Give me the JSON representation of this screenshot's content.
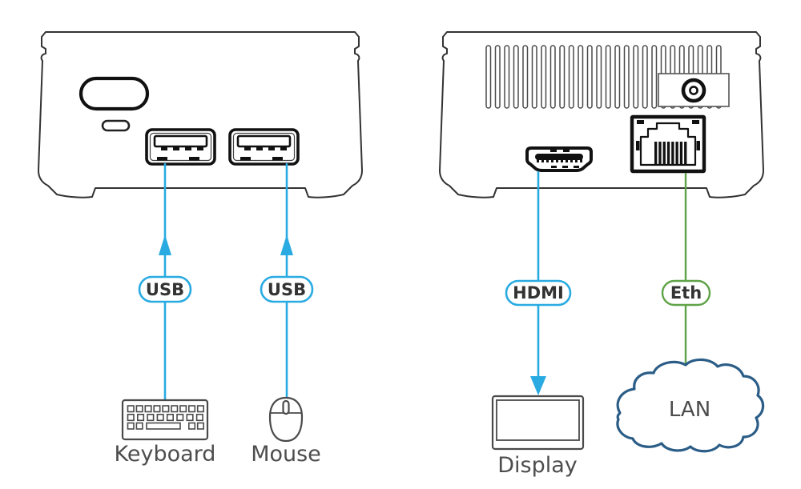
{
  "colors": {
    "cable_cyan": "#29ABE2",
    "cable_green": "#5FA347",
    "cloud_blue": "#2B5D87",
    "label_gray": "#4D4D4D",
    "pill_text": "#333333"
  },
  "front_panel": {
    "connections": [
      {
        "port_label": "USB",
        "device_label": "Keyboard",
        "cable_color": "cyan",
        "direction": "up"
      },
      {
        "port_label": "USB",
        "device_label": "Mouse",
        "cable_color": "cyan",
        "direction": "up"
      }
    ]
  },
  "rear_panel": {
    "connections": [
      {
        "port_label": "HDMI",
        "device_label": "Display",
        "cable_color": "cyan",
        "direction": "down"
      },
      {
        "port_label": "Eth",
        "device_label": "LAN",
        "cable_color": "green",
        "direction": "none"
      }
    ]
  },
  "icons": {
    "front_device": "mini-pc-front-icon",
    "rear_device": "mini-pc-rear-icon",
    "power": "power-button-icon",
    "usb": "usb-a-port-icon",
    "hdmi": "hdmi-port-icon",
    "ethernet": "rj45-port-icon",
    "dc_jack": "dc-power-jack-icon",
    "vents": "vent-grille-icon",
    "keyboard": "keyboard-icon",
    "mouse": "mouse-icon",
    "display": "display-icon",
    "lan": "cloud-icon"
  }
}
